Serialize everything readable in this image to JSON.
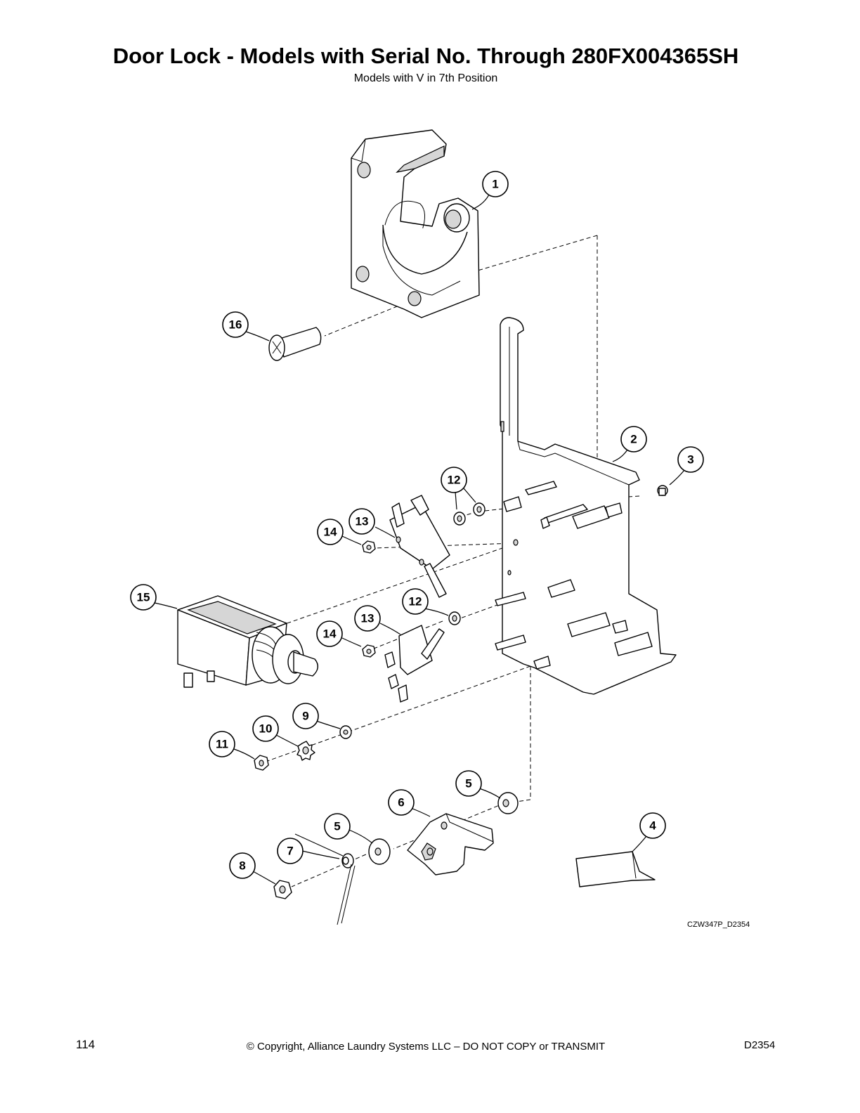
{
  "header": {
    "title": "Door Lock - Models with Serial No. Through 280FX004365SH",
    "subtitle": "Models with V in 7th Position"
  },
  "diagram": {
    "drawing_code": "CZW347P_D2354",
    "callouts": [
      {
        "id": "callout-1",
        "label": "1"
      },
      {
        "id": "callout-2",
        "label": "2"
      },
      {
        "id": "callout-3",
        "label": "3"
      },
      {
        "id": "callout-4",
        "label": "4"
      },
      {
        "id": "callout-5a",
        "label": "5"
      },
      {
        "id": "callout-5b",
        "label": "5"
      },
      {
        "id": "callout-6",
        "label": "6"
      },
      {
        "id": "callout-7",
        "label": "7"
      },
      {
        "id": "callout-8",
        "label": "8"
      },
      {
        "id": "callout-9",
        "label": "9"
      },
      {
        "id": "callout-10",
        "label": "10"
      },
      {
        "id": "callout-11",
        "label": "11"
      },
      {
        "id": "callout-12a",
        "label": "12"
      },
      {
        "id": "callout-12b",
        "label": "12"
      },
      {
        "id": "callout-13a",
        "label": "13"
      },
      {
        "id": "callout-13b",
        "label": "13"
      },
      {
        "id": "callout-14a",
        "label": "14"
      },
      {
        "id": "callout-14b",
        "label": "14"
      },
      {
        "id": "callout-15",
        "label": "15"
      },
      {
        "id": "callout-16",
        "label": "16"
      }
    ]
  },
  "footer": {
    "page_number": "114",
    "copyright": "© Copyright, Alliance Laundry Systems LLC – DO NOT COPY or TRANSMIT",
    "doc_code": "D2354"
  }
}
